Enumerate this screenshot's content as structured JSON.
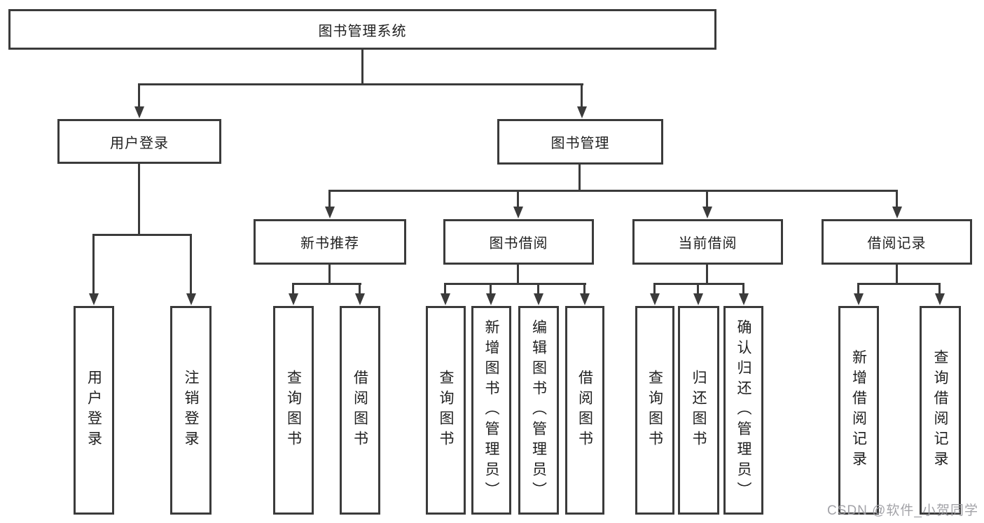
{
  "diagram": {
    "root": "图书管理系统",
    "level2": {
      "user_login": "用户登录",
      "book_mgmt": "图书管理"
    },
    "level3": {
      "new_book": "新书推荐",
      "book_borrow": "图书借阅",
      "current_borrow": "当前借阅",
      "borrow_record": "借阅记录"
    },
    "leaves": {
      "user_login": "用户登录",
      "logout": "注销登录",
      "nb_query": "查询图书",
      "nb_borrow": "借阅图书",
      "bb_query": "查询图书",
      "bb_add": "新增图书（管理员）",
      "bb_edit": "编辑图书（管理员）",
      "bb_borrow": "借阅图书",
      "cb_query": "查询图书",
      "cb_return": "归还图书",
      "cb_confirm": "确认归还（管理员）",
      "br_add": "新增借阅记录",
      "br_query": "查询借阅记录"
    }
  },
  "watermark": "CSDN @软件_小贺同学",
  "colors": {
    "line": "#3b3b3b",
    "text": "#1f1f1f",
    "watermark": "#9e9ea3",
    "background": "#ffffff"
  }
}
